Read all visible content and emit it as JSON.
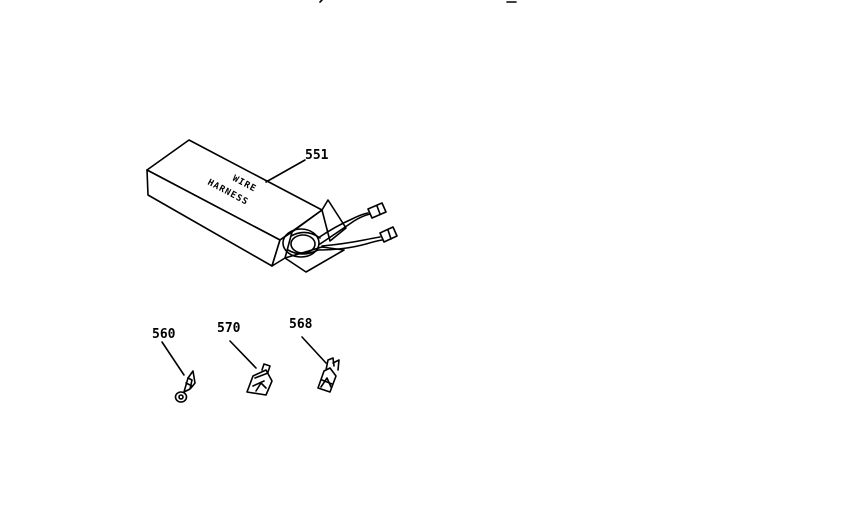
{
  "box": {
    "label_line1": "WIRE",
    "label_line2": "HARNESS"
  },
  "callouts": [
    {
      "id": "551",
      "text": "551"
    },
    {
      "id": "560",
      "text": "560"
    },
    {
      "id": "570",
      "text": "570"
    },
    {
      "id": "568",
      "text": "568"
    }
  ]
}
